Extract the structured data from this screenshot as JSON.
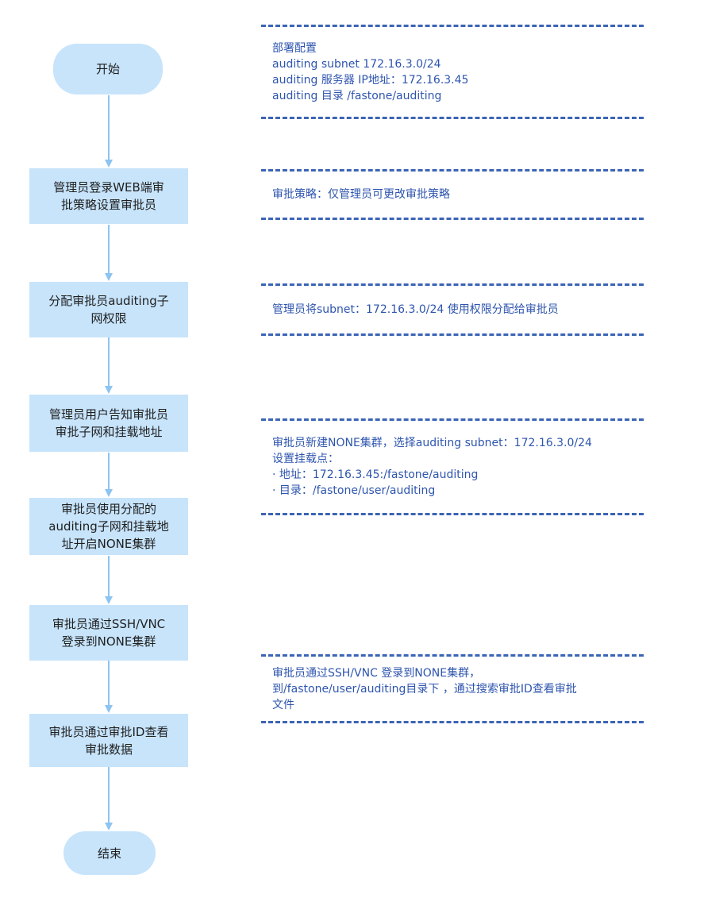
{
  "flow": {
    "start": "开始",
    "step1": [
      "管理员登录WEB端审",
      "批策略设置审批员"
    ],
    "step2": [
      "分配审批员auditing子",
      "网权限"
    ],
    "step3": [
      "管理员用户告知审批员",
      "审批子网和挂载地址"
    ],
    "step4": [
      "审批员使用分配的",
      "auditing子网和挂载地",
      "址开启NONE集群"
    ],
    "step5": [
      "审批员通过SSH/VNC",
      "登录到NONE集群"
    ],
    "step6": [
      "审批员通过审批ID查看",
      "审批数据"
    ],
    "end": "结束"
  },
  "notes": {
    "deploy": [
      "部署配置",
      "auditing subnet 172.16.3.0/24",
      "auditing 服务器 IP地址：172.16.3.45",
      "auditing 目录 /fastone/auditing"
    ],
    "policy": [
      "审批策略：仅管理员可更改审批策略"
    ],
    "permission": [
      "管理员将subnet：172.16.3.0/24 使用权限分配给审批员"
    ],
    "cluster": [
      "审批员新建NONE集群，选择auditing subnet：172.16.3.0/24",
      "设置挂载点：",
      "· 地址：172.16.3.45:/fastone/auditing",
      "· 目录：/fastone/user/auditing"
    ],
    "view": [
      "审批员通过SSH/VNC 登录到NONE集群，",
      "到/fastone/user/auditing目录下 ，通过搜索审批ID查看审批",
      "文件"
    ]
  },
  "colors": {
    "node_fill": "#c7e4fb",
    "arrow": "#8cc4f2",
    "note_text": "#2e55ae",
    "note_border": "#3b64b6"
  }
}
